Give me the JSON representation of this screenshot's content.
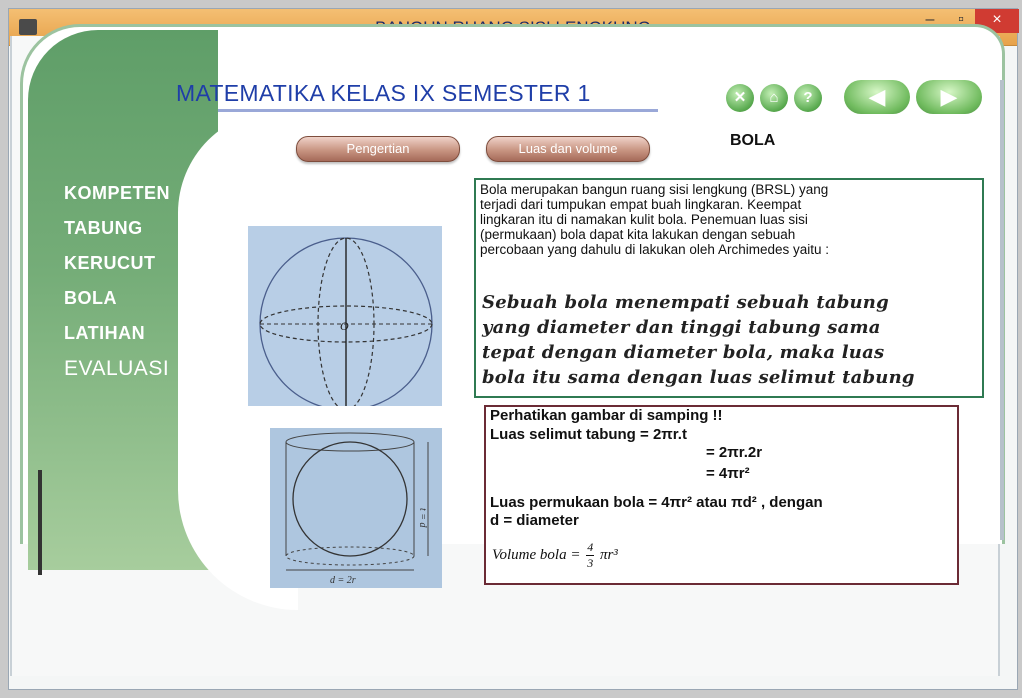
{
  "window": {
    "title": "BANGUN RUANG SISI LENGKUNG",
    "close_glyph": "×",
    "minimize_glyph": "–",
    "maximize_glyph": "▫"
  },
  "header": {
    "app_title": "MATEMATIKA KELAS IX SEMESTER 1",
    "section_title": "BOLA"
  },
  "toolbar": {
    "close_icon": "✕",
    "home_icon": "⌂",
    "help_icon": "?",
    "prev_icon": "◀",
    "next_icon": "▶"
  },
  "sidebar": {
    "items": [
      {
        "label": "KOMPETEN"
      },
      {
        "label": "TABUNG"
      },
      {
        "label": "KERUCUT"
      },
      {
        "label": "BOLA"
      },
      {
        "label": "LATIHAN"
      },
      {
        "label": "EVALUASI"
      }
    ]
  },
  "tabs": {
    "pengertian": "Pengertian",
    "luas_volume": "Luas dan volume"
  },
  "description": {
    "line1": "Bola merupakan bangun ruang sisi lengkung (BRSL) yang",
    "line2": "terjadi dari tumpukan empat buah lingkaran. Keempat",
    "line3": "lingkaran itu di namakan kulit bola. Penemuan luas sisi",
    "line4": "(permukaan) bola dapat kita lakukan dengan sebuah",
    "line5": "percobaan yang dahulu di lakukan oleh Archimedes yaitu :",
    "s1": "Sebuah bola menempati sebuah tabung",
    "s2": "yang diameter dan tinggi tabung sama",
    "s3": "tepat dengan diameter bola, maka luas",
    "s4": "bola itu sama dengan luas selimut tabung"
  },
  "formula": {
    "note": "Perhatikan gambar di samping !!",
    "r1": "Luas selimut tabung  =  2πr.t",
    "r2": "= 2πr.2r",
    "r3": "= 4πr²",
    "r4": "Luas permukaan bola = 4πr²  atau πd² , dengan",
    "r5": "d  = diameter",
    "vol_prefix": "Volume bola =",
    "vol_num": "4",
    "vol_den": "3",
    "vol_suffix": "πr³"
  },
  "figures": {
    "sphere_center_label": "O",
    "diameter_label": "d = 2r",
    "height_label": "t = d"
  }
}
